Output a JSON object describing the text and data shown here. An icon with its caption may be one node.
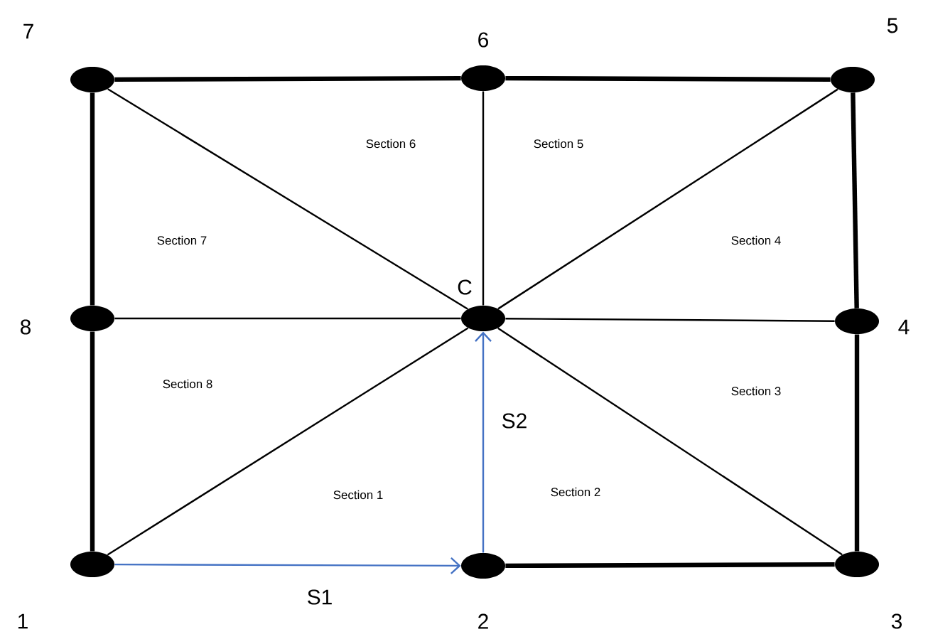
{
  "diagram": {
    "nodes": [
      {
        "text": [],
        "shape": "ellipse",
        "beside": [
          "7"
        ]
      },
      {
        "text": [],
        "shape": "ellipse",
        "beside": [
          "6"
        ]
      },
      {
        "text": [],
        "shape": "ellipse",
        "beside": [
          "5"
        ]
      },
      {
        "text": [],
        "shape": "ellipse",
        "beside": [
          "8"
        ]
      },
      {
        "text": [],
        "shape": "ellipse",
        "beside": [
          "C"
        ]
      },
      {
        "text": [],
        "shape": "ellipse",
        "beside": [
          "4"
        ]
      },
      {
        "text": [],
        "shape": "ellipse",
        "beside": [
          "1"
        ]
      },
      {
        "text": [],
        "shape": "ellipse",
        "beside": [
          "2"
        ]
      },
      {
        "text": [],
        "shape": "ellipse",
        "beside": [
          "3"
        ]
      }
    ],
    "edges": [
      {
        "from": 0,
        "to": 1,
        "arrow": "none",
        "style": "thick"
      },
      {
        "from": 1,
        "to": 2,
        "arrow": "none",
        "style": "thick"
      },
      {
        "from": 0,
        "to": 3,
        "arrow": "none",
        "style": "thick"
      },
      {
        "from": 3,
        "to": 6,
        "arrow": "none",
        "style": "thick"
      },
      {
        "from": 2,
        "to": 5,
        "arrow": "none",
        "style": "thick"
      },
      {
        "from": 5,
        "to": 8,
        "arrow": "none",
        "style": "thick"
      },
      {
        "from": 7,
        "to": 8,
        "arrow": "none",
        "style": "thick"
      },
      {
        "from": 0,
        "to": 4,
        "arrow": "none"
      },
      {
        "from": 1,
        "to": 4,
        "arrow": "none"
      },
      {
        "from": 2,
        "to": 4,
        "arrow": "none"
      },
      {
        "from": 3,
        "to": 4,
        "arrow": "none"
      },
      {
        "from": 4,
        "to": 5,
        "arrow": "none"
      },
      {
        "from": 6,
        "to": 4,
        "arrow": "none"
      },
      {
        "from": 8,
        "to": 4,
        "arrow": "none"
      },
      {
        "from": 6,
        "to": 7,
        "arrow": "to",
        "label": "S1",
        "color": "#4472c4"
      },
      {
        "from": 7,
        "to": 4,
        "arrow": "to",
        "label": "S2",
        "color": "#4472c4"
      }
    ],
    "labels": [
      "Section 6",
      "Section 5",
      "Section 7",
      "Section 4",
      "Section 8",
      "Section 3",
      "Section 1",
      "Section 2"
    ]
  }
}
